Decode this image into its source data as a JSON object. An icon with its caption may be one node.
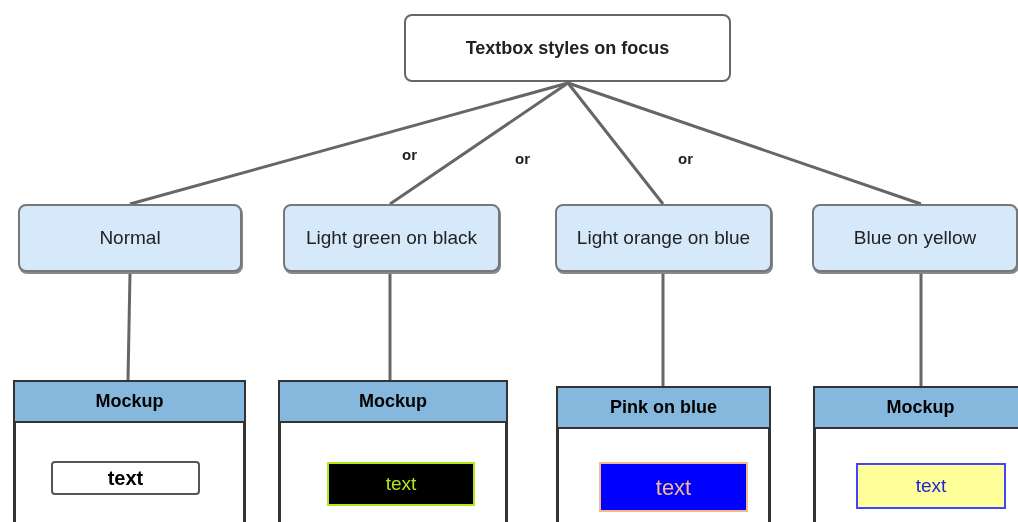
{
  "diagram": {
    "nodes": [
      {
        "text": [
          "Textbox styles on focus"
        ]
      },
      {
        "text": [
          "Normal"
        ]
      },
      {
        "text": [
          "Light green on black"
        ]
      },
      {
        "text": [
          "Light orange on blue"
        ]
      },
      {
        "text": [
          "Blue on yellow"
        ]
      },
      {
        "text": [
          "Mockup"
        ]
      },
      {
        "text": [
          "text"
        ],
        "in": 5
      },
      {
        "text": [
          "Mockup"
        ]
      },
      {
        "text": [
          "text"
        ],
        "in": 7
      },
      {
        "text": [
          "Pink on blue"
        ]
      },
      {
        "text": [
          "text"
        ],
        "in": 9
      },
      {
        "text": [
          "Mockup"
        ]
      },
      {
        "text": [
          "text"
        ],
        "in": 11
      }
    ],
    "edges": [
      {
        "from": 0,
        "to": 1,
        "arrow": "none"
      },
      {
        "from": 0,
        "to": 2,
        "arrow": "none"
      },
      {
        "from": 0,
        "to": 3,
        "arrow": "none"
      },
      {
        "from": 0,
        "to": 4,
        "arrow": "none"
      },
      {
        "from": 1,
        "to": 5,
        "arrow": "none"
      },
      {
        "from": 2,
        "to": 7,
        "arrow": "none"
      },
      {
        "from": 3,
        "to": 9,
        "arrow": "none"
      },
      {
        "from": 4,
        "to": 11,
        "arrow": "none"
      }
    ],
    "labels": [
      "or",
      "or",
      "or"
    ]
  }
}
